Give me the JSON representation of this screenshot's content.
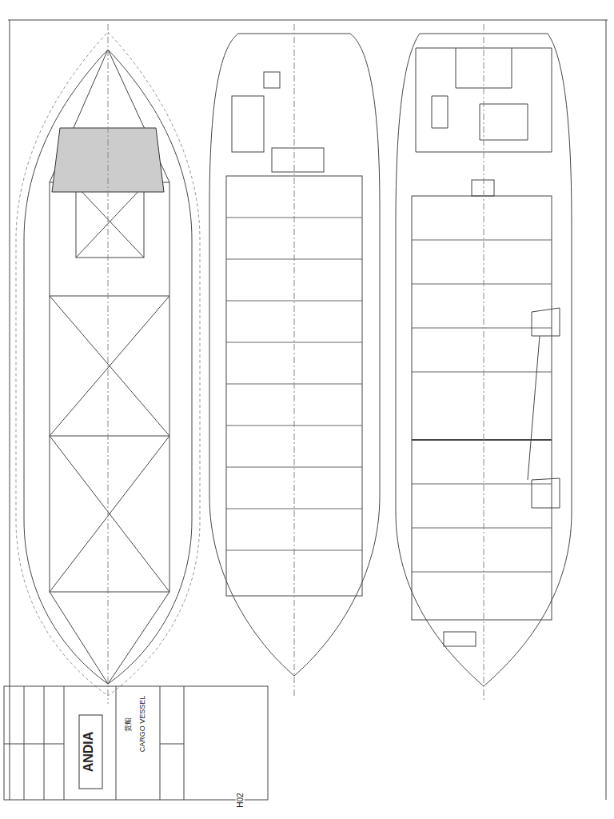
{
  "diagram": {
    "nodes": [
      {
        "text": [
          "ANDIA"
        ]
      }
    ],
    "labels": [
      "CARGO VESSEL",
      "货船",
      "H02"
    ]
  }
}
